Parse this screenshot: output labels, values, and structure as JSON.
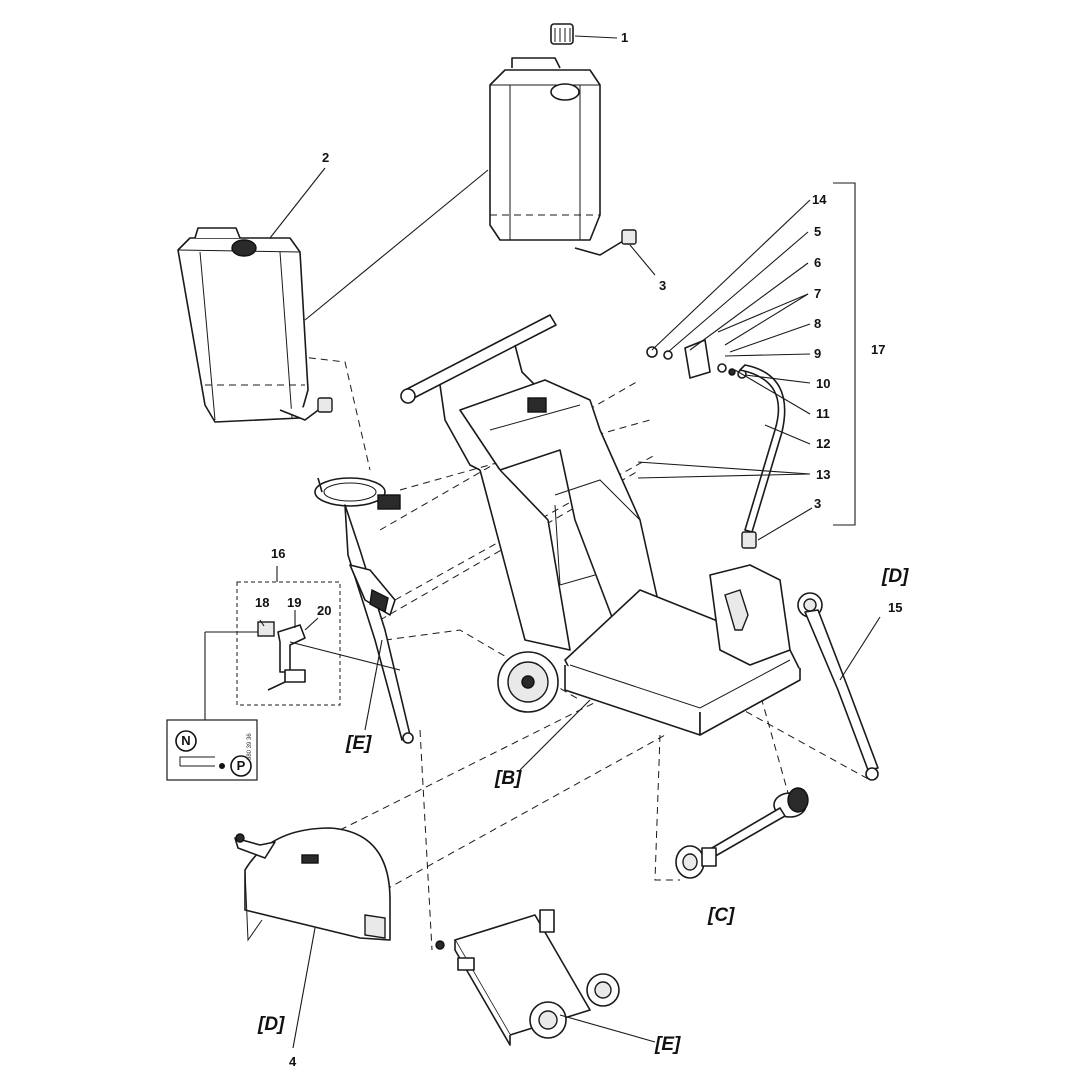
{
  "callouts": {
    "c1": "1",
    "c2": "2",
    "c3a": "3",
    "c3b": "3",
    "c4": "4",
    "c5": "5",
    "c6": "6",
    "c7": "7",
    "c8": "8",
    "c9": "9",
    "c10": "10",
    "c11": "11",
    "c12": "12",
    "c13": "13",
    "c14": "14",
    "c15": "15",
    "c16": "16",
    "c17": "17",
    "c18": "18",
    "c19": "19",
    "c20": "20"
  },
  "references": {
    "b": "[B]",
    "c": "[C]",
    "d_top": "[D]",
    "d_bottom": "[D]",
    "e_left": "[E]",
    "e_bottom": "[E]"
  },
  "decal": {
    "neutral_symbol": "N",
    "park_symbol": "P"
  }
}
